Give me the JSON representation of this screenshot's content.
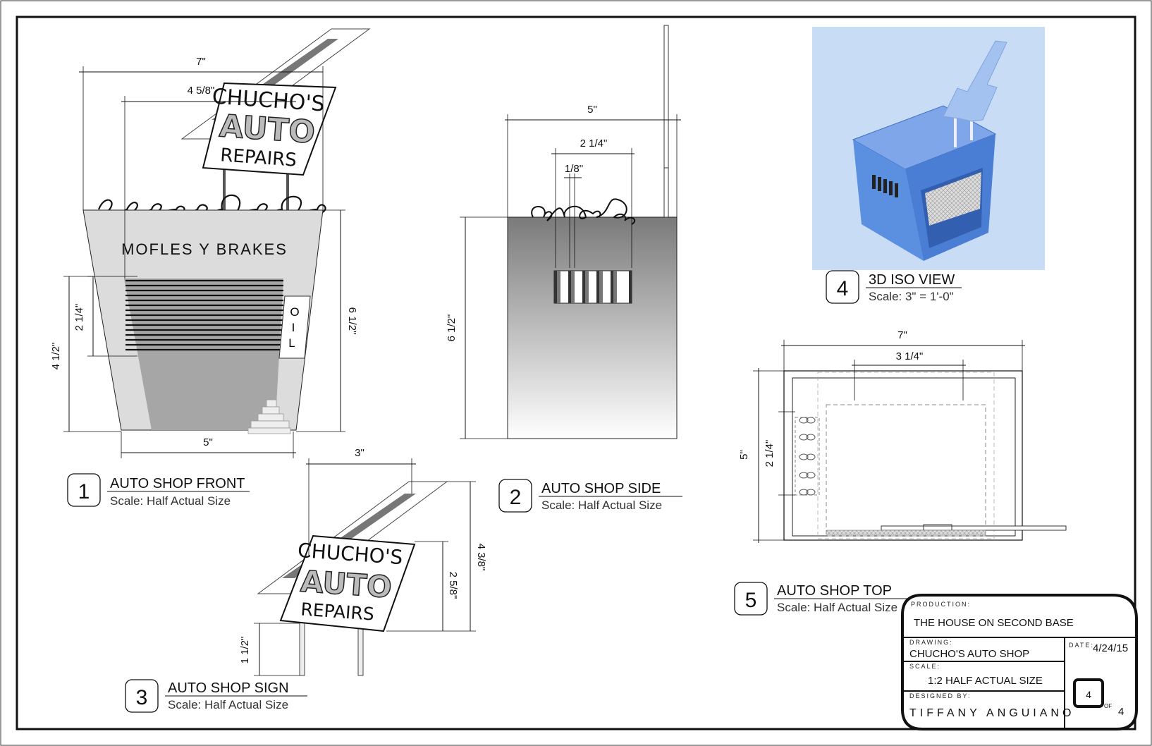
{
  "views": [
    {
      "number": "1",
      "title": "AUTO SHOP FRONT",
      "scale": "Scale: Half Actual Size"
    },
    {
      "number": "2",
      "title": "AUTO SHOP SIDE",
      "scale": "Scale: Half Actual Size"
    },
    {
      "number": "3",
      "title": "AUTO SHOP SIGN",
      "scale": "Scale: Half Actual Size"
    },
    {
      "number": "4",
      "title": "3D ISO VIEW",
      "scale": "Scale: 3\" = 1'-0\""
    },
    {
      "number": "5",
      "title": "AUTO SHOP TOP",
      "scale": "Scale: Half Actual Size"
    }
  ],
  "front": {
    "dims": {
      "width_top": "7\"",
      "sign_width": "4 5/8\"",
      "bottom_width": "5\"",
      "height": "6 1/2\"",
      "door_height": "2 1/4\"",
      "door_total": "4 1/2\""
    },
    "banner": "MOFLES Y BRAKES",
    "oil": [
      "O",
      "I",
      "L"
    ]
  },
  "side": {
    "dims": {
      "width": "5\"",
      "window_width": "2 1/4\"",
      "bar": "1/8\"",
      "height": "6 1/2\""
    }
  },
  "sign": {
    "lines": [
      "CHUCHO'S",
      "AUTO",
      "REPAIRS"
    ],
    "dims": {
      "width": "3\"",
      "height": "4 3/8\"",
      "board_height": "2 5/8\"",
      "post_height": "1 1/2\""
    }
  },
  "top": {
    "dims": {
      "width": "7\"",
      "inner_width": "3 1/4\"",
      "depth": "5\"",
      "inner_depth": "2 1/4\""
    }
  },
  "title_block": {
    "production_label": "PRODUCTION:",
    "production": "THE HOUSE ON SECOND BASE",
    "drawing_label": "DRAWING:",
    "drawing": "CHUCHO'S AUTO SHOP",
    "date_label": "DATE:",
    "date": "4/24/15",
    "scale_label": "SCALE:",
    "scale": "1:2 HALF ACTUAL SIZE",
    "designer_label": "DESIGNED BY:",
    "designer": "TIFFANY ANGUIANO",
    "sheet_number": "4",
    "of_label": "OF",
    "sheet_total": "4"
  },
  "colors": {
    "iso_background": "#c9dcf5",
    "iso_model": "#5b8fe0"
  }
}
